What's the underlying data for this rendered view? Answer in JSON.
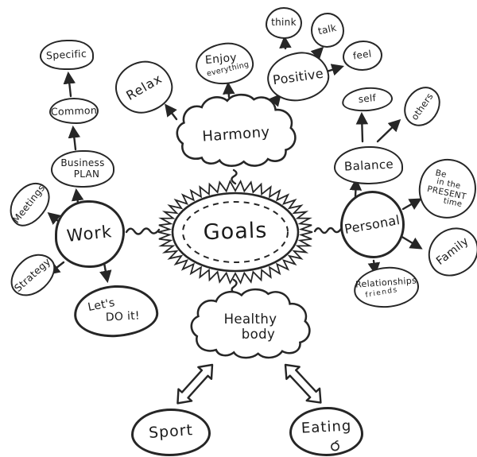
{
  "colors": {
    "ink": "#262626",
    "background": "#ffffff"
  },
  "nodes": {
    "goals": {
      "label": "Goals"
    },
    "harmony": {
      "label": "Harmony"
    },
    "relax": {
      "label": "Relax"
    },
    "enjoy": {
      "line1": "Enjoy",
      "line2": "everything"
    },
    "positive": {
      "label": "Positive"
    },
    "think": {
      "label": "think"
    },
    "talk": {
      "label": "talk"
    },
    "feel": {
      "label": "feel"
    },
    "balance": {
      "label": "Balance"
    },
    "self": {
      "label": "self"
    },
    "others": {
      "label": "others"
    },
    "personal": {
      "label": "Personal"
    },
    "present": {
      "line1": "Be",
      "line2": "in the",
      "line3": "PRESENT",
      "line4": "time"
    },
    "family": {
      "label": "Family"
    },
    "relationships": {
      "line1": "Relationships",
      "line2": "friends"
    },
    "work": {
      "label": "Work"
    },
    "meetings": {
      "label": "Meetings"
    },
    "strategy": {
      "label": "Strategy"
    },
    "businessplan": {
      "line1": "Business",
      "line2": "PLAN"
    },
    "common": {
      "label": "Common"
    },
    "specific": {
      "label": "Specific"
    },
    "letsdoit": {
      "line1": "Let's",
      "line2": "DO it!"
    },
    "healthybody": {
      "line1": "Healthy",
      "line2": "body"
    },
    "sport": {
      "label": "Sport"
    },
    "eating": {
      "label": "Eating"
    }
  },
  "edges": [
    {
      "from": "Goals",
      "to": "Harmony",
      "style": "squiggle"
    },
    {
      "from": "Goals",
      "to": "Work",
      "style": "squiggle"
    },
    {
      "from": "Goals",
      "to": "Personal",
      "style": "squiggle"
    },
    {
      "from": "Goals",
      "to": "Healthy body",
      "style": "squiggle"
    },
    {
      "from": "Harmony",
      "to": "Relax",
      "style": "arrow"
    },
    {
      "from": "Harmony",
      "to": "Enjoy everything",
      "style": "arrow"
    },
    {
      "from": "Harmony",
      "to": "Positive",
      "style": "arrow"
    },
    {
      "from": "Positive",
      "to": "think",
      "style": "arrow"
    },
    {
      "from": "Positive",
      "to": "talk",
      "style": "arrow"
    },
    {
      "from": "Positive",
      "to": "feel",
      "style": "arrow"
    },
    {
      "from": "Balance",
      "to": "self",
      "style": "arrow"
    },
    {
      "from": "Balance",
      "to": "others",
      "style": "arrow"
    },
    {
      "from": "Personal",
      "to": "Balance",
      "style": "arrow"
    },
    {
      "from": "Personal",
      "to": "Be in the PRESENT time",
      "style": "arrow"
    },
    {
      "from": "Personal",
      "to": "Family",
      "style": "arrow"
    },
    {
      "from": "Personal",
      "to": "Relationships friends",
      "style": "arrow"
    },
    {
      "from": "Work",
      "to": "Meetings",
      "style": "arrow"
    },
    {
      "from": "Work",
      "to": "Business PLAN",
      "style": "arrow"
    },
    {
      "from": "Work",
      "to": "Strategy",
      "style": "arrow"
    },
    {
      "from": "Work",
      "to": "Let's DO it!",
      "style": "arrow"
    },
    {
      "from": "Business PLAN",
      "to": "Common",
      "style": "arrow"
    },
    {
      "from": "Common",
      "to": "Specific",
      "style": "arrow"
    },
    {
      "from": "Healthy body",
      "to": "Sport",
      "style": "double-arrow"
    },
    {
      "from": "Healthy body",
      "to": "Eating",
      "style": "double-arrow"
    }
  ]
}
